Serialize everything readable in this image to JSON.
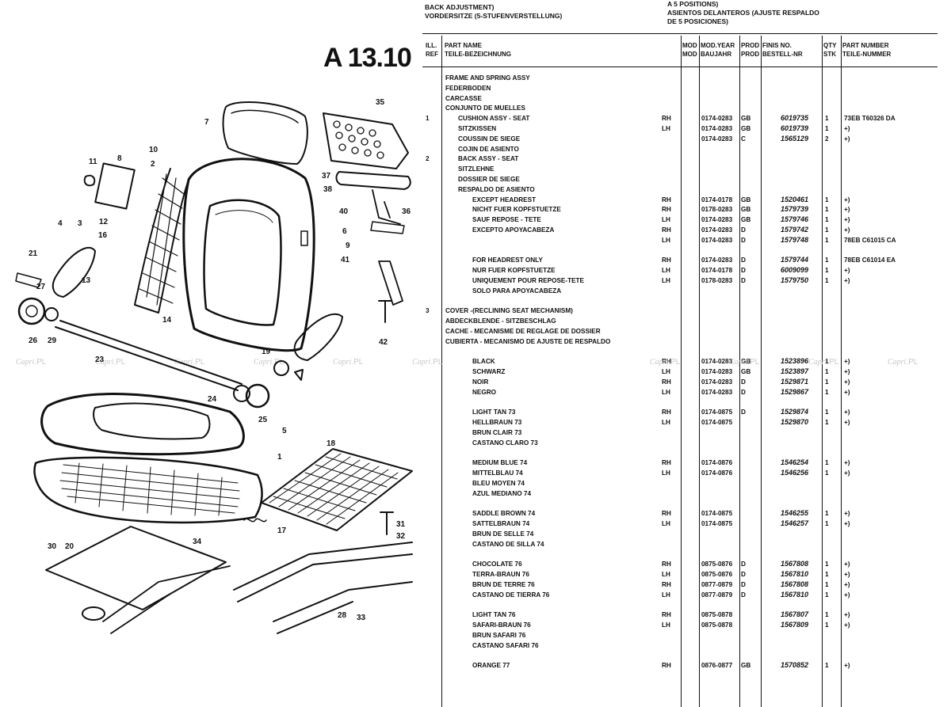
{
  "header": {
    "left_line1": "BACK ADJUSTMENT)",
    "left_line2": "VORDERSITZE (5-STUFENVERSTELLUNG)",
    "right_line1": "A 5 POSITIONS)",
    "right_line2": "ASIENTOS DELANTEROS (AJUSTE RESPALDO",
    "right_line3": "DE 5 POSICIONES)",
    "page_code": "A 13.10"
  },
  "columns": {
    "ill": "ILL. REF",
    "part_name": "PART NAME\nTEILE-BEZEICHNUNG",
    "mod": "MOD\nMOD",
    "model_year": "MOD.YEAR\nBAUJAHR",
    "prod": "PROD\nPROD",
    "fins": "FINIS NO.\nBESTELL-NR",
    "qty": "QTY\nSTK",
    "part_number": "PART NUMBER\nTEILE-NUMMER"
  },
  "rows": [
    {
      "ill": "",
      "name": "FRAME AND SPRING ASSY",
      "indent": 0,
      "mod": "",
      "year": "",
      "prod": "",
      "fin": "",
      "qty": "",
      "pn": ""
    },
    {
      "ill": "",
      "name": "FEDERBODEN",
      "indent": 0,
      "mod": "",
      "year": "",
      "prod": "",
      "fin": "",
      "qty": "",
      "pn": ""
    },
    {
      "ill": "",
      "name": "CARCASSE",
      "indent": 0,
      "mod": "",
      "year": "",
      "prod": "",
      "fin": "",
      "qty": "",
      "pn": ""
    },
    {
      "ill": "",
      "name": "CONJUNTO DE MUELLES",
      "indent": 0,
      "mod": "",
      "year": "",
      "prod": "",
      "fin": "",
      "qty": "",
      "pn": ""
    },
    {
      "ill": "1",
      "name": "CUSHION ASSY - SEAT",
      "indent": 1,
      "mod": "RH",
      "year": "0174-0283",
      "prod": "GB",
      "fin": "6019735",
      "qty": "1",
      "pn": "73EB T60326 DA"
    },
    {
      "ill": "",
      "name": "SITZKISSEN",
      "indent": 1,
      "mod": "LH",
      "year": "0174-0283",
      "prod": "GB",
      "fin": "6019739",
      "qty": "1",
      "pn": "+)"
    },
    {
      "ill": "",
      "name": "COUSSIN DE SIEGE",
      "indent": 1,
      "mod": "",
      "year": "0174-0283",
      "prod": "C",
      "fin": "1565129",
      "qty": "2",
      "pn": "+)"
    },
    {
      "ill": "",
      "name": "COJIN DE ASIENTO",
      "indent": 1,
      "mod": "",
      "year": "",
      "prod": "",
      "fin": "",
      "qty": "",
      "pn": ""
    },
    {
      "ill": "2",
      "name": "BACK ASSY - SEAT",
      "indent": 1,
      "mod": "",
      "year": "",
      "prod": "",
      "fin": "",
      "qty": "",
      "pn": ""
    },
    {
      "ill": "",
      "name": "SITZLEHNE",
      "indent": 1,
      "mod": "",
      "year": "",
      "prod": "",
      "fin": "",
      "qty": "",
      "pn": ""
    },
    {
      "ill": "",
      "name": "DOSSIER DE SIEGE",
      "indent": 1,
      "mod": "",
      "year": "",
      "prod": "",
      "fin": "",
      "qty": "",
      "pn": ""
    },
    {
      "ill": "",
      "name": "RESPALDO DE ASIENTO",
      "indent": 1,
      "mod": "",
      "year": "",
      "prod": "",
      "fin": "",
      "qty": "",
      "pn": ""
    },
    {
      "ill": "",
      "name": "EXCEPT HEADREST",
      "indent": 2,
      "mod": "RH",
      "year": "0174-0178",
      "prod": "GB",
      "fin": "1520461",
      "qty": "1",
      "pn": "+)"
    },
    {
      "ill": "",
      "name": "NICHT FUER KOPFSTUETZE",
      "indent": 2,
      "mod": "RH",
      "year": "0178-0283",
      "prod": "GB",
      "fin": "1579739",
      "qty": "1",
      "pn": "+)"
    },
    {
      "ill": "",
      "name": "SAUF REPOSE - TETE",
      "indent": 2,
      "mod": "LH",
      "year": "0174-0283",
      "prod": "GB",
      "fin": "1579746",
      "qty": "1",
      "pn": "+)"
    },
    {
      "ill": "",
      "name": "EXCEPTO APOYACABEZA",
      "indent": 2,
      "mod": "RH",
      "year": "0174-0283",
      "prod": "D",
      "fin": "1579742",
      "qty": "1",
      "pn": "+)"
    },
    {
      "ill": "",
      "name": "",
      "indent": 2,
      "mod": "LH",
      "year": "0174-0283",
      "prod": "D",
      "fin": "1579748",
      "qty": "1",
      "pn": "78EB C61015 CA"
    },
    {
      "ill": "",
      "name": "",
      "indent": 2,
      "mod": "",
      "year": "",
      "prod": "",
      "fin": "",
      "qty": "",
      "pn": ""
    },
    {
      "ill": "",
      "name": "FOR HEADREST ONLY",
      "indent": 2,
      "mod": "RH",
      "year": "0174-0283",
      "prod": "D",
      "fin": "1579744",
      "qty": "1",
      "pn": "78EB C61014 EA"
    },
    {
      "ill": "",
      "name": "NUR FUER KOPFSTUETZE",
      "indent": 2,
      "mod": "LH",
      "year": "0174-0178",
      "prod": "D",
      "fin": "6009099",
      "qty": "1",
      "pn": "+)"
    },
    {
      "ill": "",
      "name": "UNIQUEMENT POUR REPOSE-TETE",
      "indent": 2,
      "mod": "LH",
      "year": "0178-0283",
      "prod": "D",
      "fin": "1579750",
      "qty": "1",
      "pn": "+)"
    },
    {
      "ill": "",
      "name": "SOLO PARA APOYACABEZA",
      "indent": 2,
      "mod": "",
      "year": "",
      "prod": "",
      "fin": "",
      "qty": "",
      "pn": ""
    },
    {
      "ill": "",
      "name": "",
      "indent": 0,
      "mod": "",
      "year": "",
      "prod": "",
      "fin": "",
      "qty": "",
      "pn": ""
    },
    {
      "ill": "3",
      "name": "COVER -(RECLINING SEAT MECHANISM)",
      "indent": 0,
      "mod": "",
      "year": "",
      "prod": "",
      "fin": "",
      "qty": "",
      "pn": ""
    },
    {
      "ill": "",
      "name": "ABDECKBLENDE - SITZBESCHLAG",
      "indent": 0,
      "mod": "",
      "year": "",
      "prod": "",
      "fin": "",
      "qty": "",
      "pn": ""
    },
    {
      "ill": "",
      "name": "CACHE - MECANISME DE REGLAGE DE DOSSIER",
      "indent": 0,
      "mod": "",
      "year": "",
      "prod": "",
      "fin": "",
      "qty": "",
      "pn": ""
    },
    {
      "ill": "",
      "name": "CUBIERTA - MECANISMO DE AJUSTE DE RESPALDO",
      "indent": 0,
      "mod": "",
      "year": "",
      "prod": "",
      "fin": "",
      "qty": "",
      "pn": ""
    },
    {
      "ill": "",
      "name": "",
      "indent": 0,
      "mod": "",
      "year": "",
      "prod": "",
      "fin": "",
      "qty": "",
      "pn": ""
    },
    {
      "ill": "",
      "name": "BLACK",
      "indent": 2,
      "mod": "RH",
      "year": "0174-0283",
      "prod": "GB",
      "fin": "1523896",
      "qty": "1",
      "pn": "+)"
    },
    {
      "ill": "",
      "name": "SCHWARZ",
      "indent": 2,
      "mod": "LH",
      "year": "0174-0283",
      "prod": "GB",
      "fin": "1523897",
      "qty": "1",
      "pn": "+)"
    },
    {
      "ill": "",
      "name": "NOIR",
      "indent": 2,
      "mod": "RH",
      "year": "0174-0283",
      "prod": "D",
      "fin": "1529871",
      "qty": "1",
      "pn": "+)"
    },
    {
      "ill": "",
      "name": "NEGRO",
      "indent": 2,
      "mod": "LH",
      "year": "0174-0283",
      "prod": "D",
      "fin": "1529867",
      "qty": "1",
      "pn": "+)"
    },
    {
      "ill": "",
      "name": "",
      "indent": 2,
      "mod": "",
      "year": "",
      "prod": "",
      "fin": "",
      "qty": "",
      "pn": ""
    },
    {
      "ill": "",
      "name": "LIGHT TAN 73",
      "indent": 2,
      "mod": "RH",
      "year": "0174-0875",
      "prod": "D",
      "fin": "1529874",
      "qty": "1",
      "pn": "+)"
    },
    {
      "ill": "",
      "name": "HELLBRAUN 73",
      "indent": 2,
      "mod": "LH",
      "year": "0174-0875",
      "prod": "",
      "fin": "1529870",
      "qty": "1",
      "pn": "+)"
    },
    {
      "ill": "",
      "name": "BRUN CLAIR 73",
      "indent": 2,
      "mod": "",
      "year": "",
      "prod": "",
      "fin": "",
      "qty": "",
      "pn": ""
    },
    {
      "ill": "",
      "name": "CASTANO CLARO 73",
      "indent": 2,
      "mod": "",
      "year": "",
      "prod": "",
      "fin": "",
      "qty": "",
      "pn": ""
    },
    {
      "ill": "",
      "name": "",
      "indent": 2,
      "mod": "",
      "year": "",
      "prod": "",
      "fin": "",
      "qty": "",
      "pn": ""
    },
    {
      "ill": "",
      "name": "MEDIUM BLUE 74",
      "indent": 2,
      "mod": "RH",
      "year": "0174-0876",
      "prod": "",
      "fin": "1546254",
      "qty": "1",
      "pn": "+)"
    },
    {
      "ill": "",
      "name": "MITTELBLAU 74",
      "indent": 2,
      "mod": "LH",
      "year": "0174-0876",
      "prod": "",
      "fin": "1546256",
      "qty": "1",
      "pn": "+)"
    },
    {
      "ill": "",
      "name": "BLEU MOYEN 74",
      "indent": 2,
      "mod": "",
      "year": "",
      "prod": "",
      "fin": "",
      "qty": "",
      "pn": ""
    },
    {
      "ill": "",
      "name": "AZUL MEDIANO 74",
      "indent": 2,
      "mod": "",
      "year": "",
      "prod": "",
      "fin": "",
      "qty": "",
      "pn": ""
    },
    {
      "ill": "",
      "name": "",
      "indent": 2,
      "mod": "",
      "year": "",
      "prod": "",
      "fin": "",
      "qty": "",
      "pn": ""
    },
    {
      "ill": "",
      "name": "SADDLE BROWN 74",
      "indent": 2,
      "mod": "RH",
      "year": "0174-0875",
      "prod": "",
      "fin": "1546255",
      "qty": "1",
      "pn": "+)"
    },
    {
      "ill": "",
      "name": "SATTELBRAUN 74",
      "indent": 2,
      "mod": "LH",
      "year": "0174-0875",
      "prod": "",
      "fin": "1546257",
      "qty": "1",
      "pn": "+)"
    },
    {
      "ill": "",
      "name": "BRUN DE SELLE 74",
      "indent": 2,
      "mod": "",
      "year": "",
      "prod": "",
      "fin": "",
      "qty": "",
      "pn": ""
    },
    {
      "ill": "",
      "name": "CASTANO DE SILLA 74",
      "indent": 2,
      "mod": "",
      "year": "",
      "prod": "",
      "fin": "",
      "qty": "",
      "pn": ""
    },
    {
      "ill": "",
      "name": "",
      "indent": 2,
      "mod": "",
      "year": "",
      "prod": "",
      "fin": "",
      "qty": "",
      "pn": ""
    },
    {
      "ill": "",
      "name": "CHOCOLATE 76",
      "indent": 2,
      "mod": "RH",
      "year": "0875-0876",
      "prod": "D",
      "fin": "1567808",
      "qty": "1",
      "pn": "+)"
    },
    {
      "ill": "",
      "name": "TERRA-BRAUN 76",
      "indent": 2,
      "mod": "LH",
      "year": "0875-0876",
      "prod": "D",
      "fin": "1567810",
      "qty": "1",
      "pn": "+)"
    },
    {
      "ill": "",
      "name": "BRUN DE TERRE 76",
      "indent": 2,
      "mod": "RH",
      "year": "0877-0879",
      "prod": "D",
      "fin": "1567808",
      "qty": "1",
      "pn": "+)"
    },
    {
      "ill": "",
      "name": "CASTANO DE TIERRA 76",
      "indent": 2,
      "mod": "LH",
      "year": "0877-0879",
      "prod": "D",
      "fin": "1567810",
      "qty": "1",
      "pn": "+)"
    },
    {
      "ill": "",
      "name": "",
      "indent": 2,
      "mod": "",
      "year": "",
      "prod": "",
      "fin": "",
      "qty": "",
      "pn": ""
    },
    {
      "ill": "",
      "name": "LIGHT TAN 76",
      "indent": 2,
      "mod": "RH",
      "year": "0875-0878",
      "prod": "",
      "fin": "1567807",
      "qty": "1",
      "pn": "+)"
    },
    {
      "ill": "",
      "name": "SAFARI-BRAUN 76",
      "indent": 2,
      "mod": "LH",
      "year": "0875-0878",
      "prod": "",
      "fin": "1567809",
      "qty": "1",
      "pn": "+)"
    },
    {
      "ill": "",
      "name": "BRUN SAFARI 76",
      "indent": 2,
      "mod": "",
      "year": "",
      "prod": "",
      "fin": "",
      "qty": "",
      "pn": ""
    },
    {
      "ill": "",
      "name": "CASTANO SAFARI 76",
      "indent": 2,
      "mod": "",
      "year": "",
      "prod": "",
      "fin": "",
      "qty": "",
      "pn": ""
    },
    {
      "ill": "",
      "name": "",
      "indent": 2,
      "mod": "",
      "year": "",
      "prod": "",
      "fin": "",
      "qty": "",
      "pn": ""
    },
    {
      "ill": "",
      "name": "ORANGE 77",
      "indent": 2,
      "mod": "RH",
      "year": "0876-0877",
      "prod": "GB",
      "fin": "1570852",
      "qty": "1",
      "pn": "+)"
    }
  ],
  "callouts": [
    "1",
    "2",
    "3",
    "4",
    "5",
    "6",
    "7",
    "8",
    "9",
    "10",
    "11",
    "12",
    "13",
    "14",
    "16",
    "17",
    "18",
    "19",
    "20",
    "21",
    "23",
    "24",
    "25",
    "26",
    "27",
    "28",
    "29",
    "30",
    "31",
    "32",
    "33",
    "34",
    "35",
    "36",
    "37",
    "38",
    "40",
    "41",
    "42"
  ],
  "watermark": {
    "script": "Capri",
    "suffix": ".PL"
  },
  "colors": {
    "ink": "#111111",
    "paper": "#ffffff",
    "watermark": "#c8c8c8"
  }
}
